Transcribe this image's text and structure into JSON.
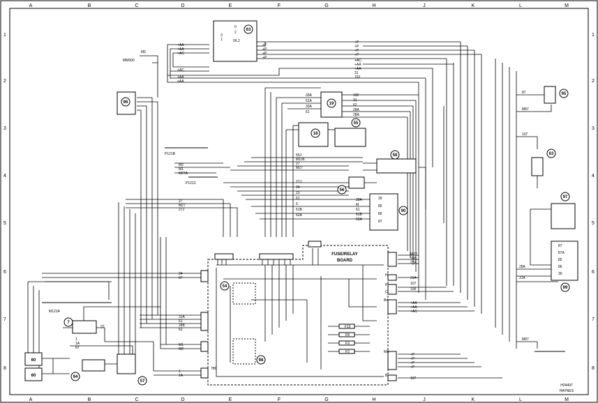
{
  "grid": {
    "columns": [
      "A",
      "B",
      "C",
      "D",
      "E",
      "F",
      "G",
      "H",
      "J",
      "K",
      "L",
      "M"
    ],
    "rows": [
      "1",
      "2",
      "3",
      "4",
      "5",
      "6",
      "7",
      "8"
    ]
  },
  "components": [
    {
      "id": "63a",
      "label": "63"
    },
    {
      "id": "96",
      "label": "96"
    },
    {
      "id": "19",
      "label": "19"
    },
    {
      "id": "18",
      "label": "18"
    },
    {
      "id": "55",
      "label": "55"
    },
    {
      "id": "58",
      "label": "58"
    },
    {
      "id": "56",
      "label": "56"
    },
    {
      "id": "90",
      "label": "90"
    },
    {
      "id": "95",
      "label": "95"
    },
    {
      "id": "63b",
      "label": "63"
    },
    {
      "id": "97",
      "label": "97"
    },
    {
      "id": "99",
      "label": "99"
    },
    {
      "id": "54",
      "label": "54"
    },
    {
      "id": "98",
      "label": "98"
    },
    {
      "id": "7",
      "label": "7"
    },
    {
      "id": "60a",
      "label": "60"
    },
    {
      "id": "60b",
      "label": "60"
    },
    {
      "id": "94",
      "label": "94"
    },
    {
      "id": "57",
      "label": "57"
    }
  ],
  "text": {
    "fuse_board_line1": "FUSE/RELAY",
    "fuse_board_line2": "BOARD",
    "connector_mm600": "MM600",
    "m5": "M5",
    "p121b": "P121B",
    "p121c": "P121C",
    "m121a": "M121A",
    "h24497": "H24497",
    "haynes": "HAYNES",
    "fuse_f13": "F13",
    "fuse_f8": "F8",
    "fuse_f3": "F3",
    "fuse_f2": "F2",
    "sw_0": "0",
    "sw_2": "2",
    "sw_3": "3",
    "sw_1": "1",
    "sw_0l2": "0/L2"
  },
  "wire_labels": {
    "top_left": [
      "+AA",
      "+AA",
      "+AC",
      "+AC",
      "+AA",
      "+AA"
    ],
    "top_right_p": [
      "+P",
      "+P",
      "+P",
      "+P"
    ],
    "mid_top": [
      "+AC",
      "+AA",
      "+AA",
      "31",
      "102"
    ],
    "comp19_left": [
      "33A",
      "61A",
      "33A",
      "61"
    ],
    "comp19_right": [
      "102",
      "31",
      "62",
      "28A",
      "28A"
    ],
    "left_mid": [
      "55J",
      "M106",
      "27",
      "M27"
    ],
    "left_27": [
      "27J",
      "24",
      "23",
      "61",
      "5",
      "61B",
      "62A"
    ],
    "relay90": [
      "28A",
      "M",
      "61",
      "61B",
      "62A"
    ],
    "relay90_pins": [
      "30",
      "85",
      "86",
      "87"
    ],
    "relay99_pins": [
      "87",
      "87A",
      "85",
      "86",
      "30"
    ],
    "m_wires": [
      "M2",
      "M1",
      "M27A"
    ],
    "l27": [
      "27",
      "M27",
      "27J"
    ],
    "fuse_left_top": [
      "24",
      "87"
    ],
    "fuse_left_mid": [
      "31A",
      "61",
      "28B",
      "62"
    ],
    "fuse_left_low": [
      "M1",
      "M2"
    ],
    "fuse_left_bot": [
      "1",
      "1A"
    ],
    "fuse_right_top": [
      "M27",
      "33B",
      "27A"
    ],
    "fuse_right_mid": [
      "31A",
      "107",
      "106"
    ],
    "fuse_right_aa": [
      "+AA",
      "+AA",
      "+AC"
    ],
    "fuse_right_p": [
      "+P",
      "+P",
      "+P",
      "+P"
    ],
    "fuse_right_bot": [
      "107"
    ],
    "right_side": [
      "87",
      "M87",
      "107",
      "28A",
      "31A",
      "M87"
    ],
    "ba": "BA",
    "ma": "MA",
    "h": "H",
    "p": "P",
    "c": "C",
    "b": "B",
    "pin_786": "786",
    "lower_left": [
      "1",
      "1A",
      "87",
      "22"
    ]
  }
}
